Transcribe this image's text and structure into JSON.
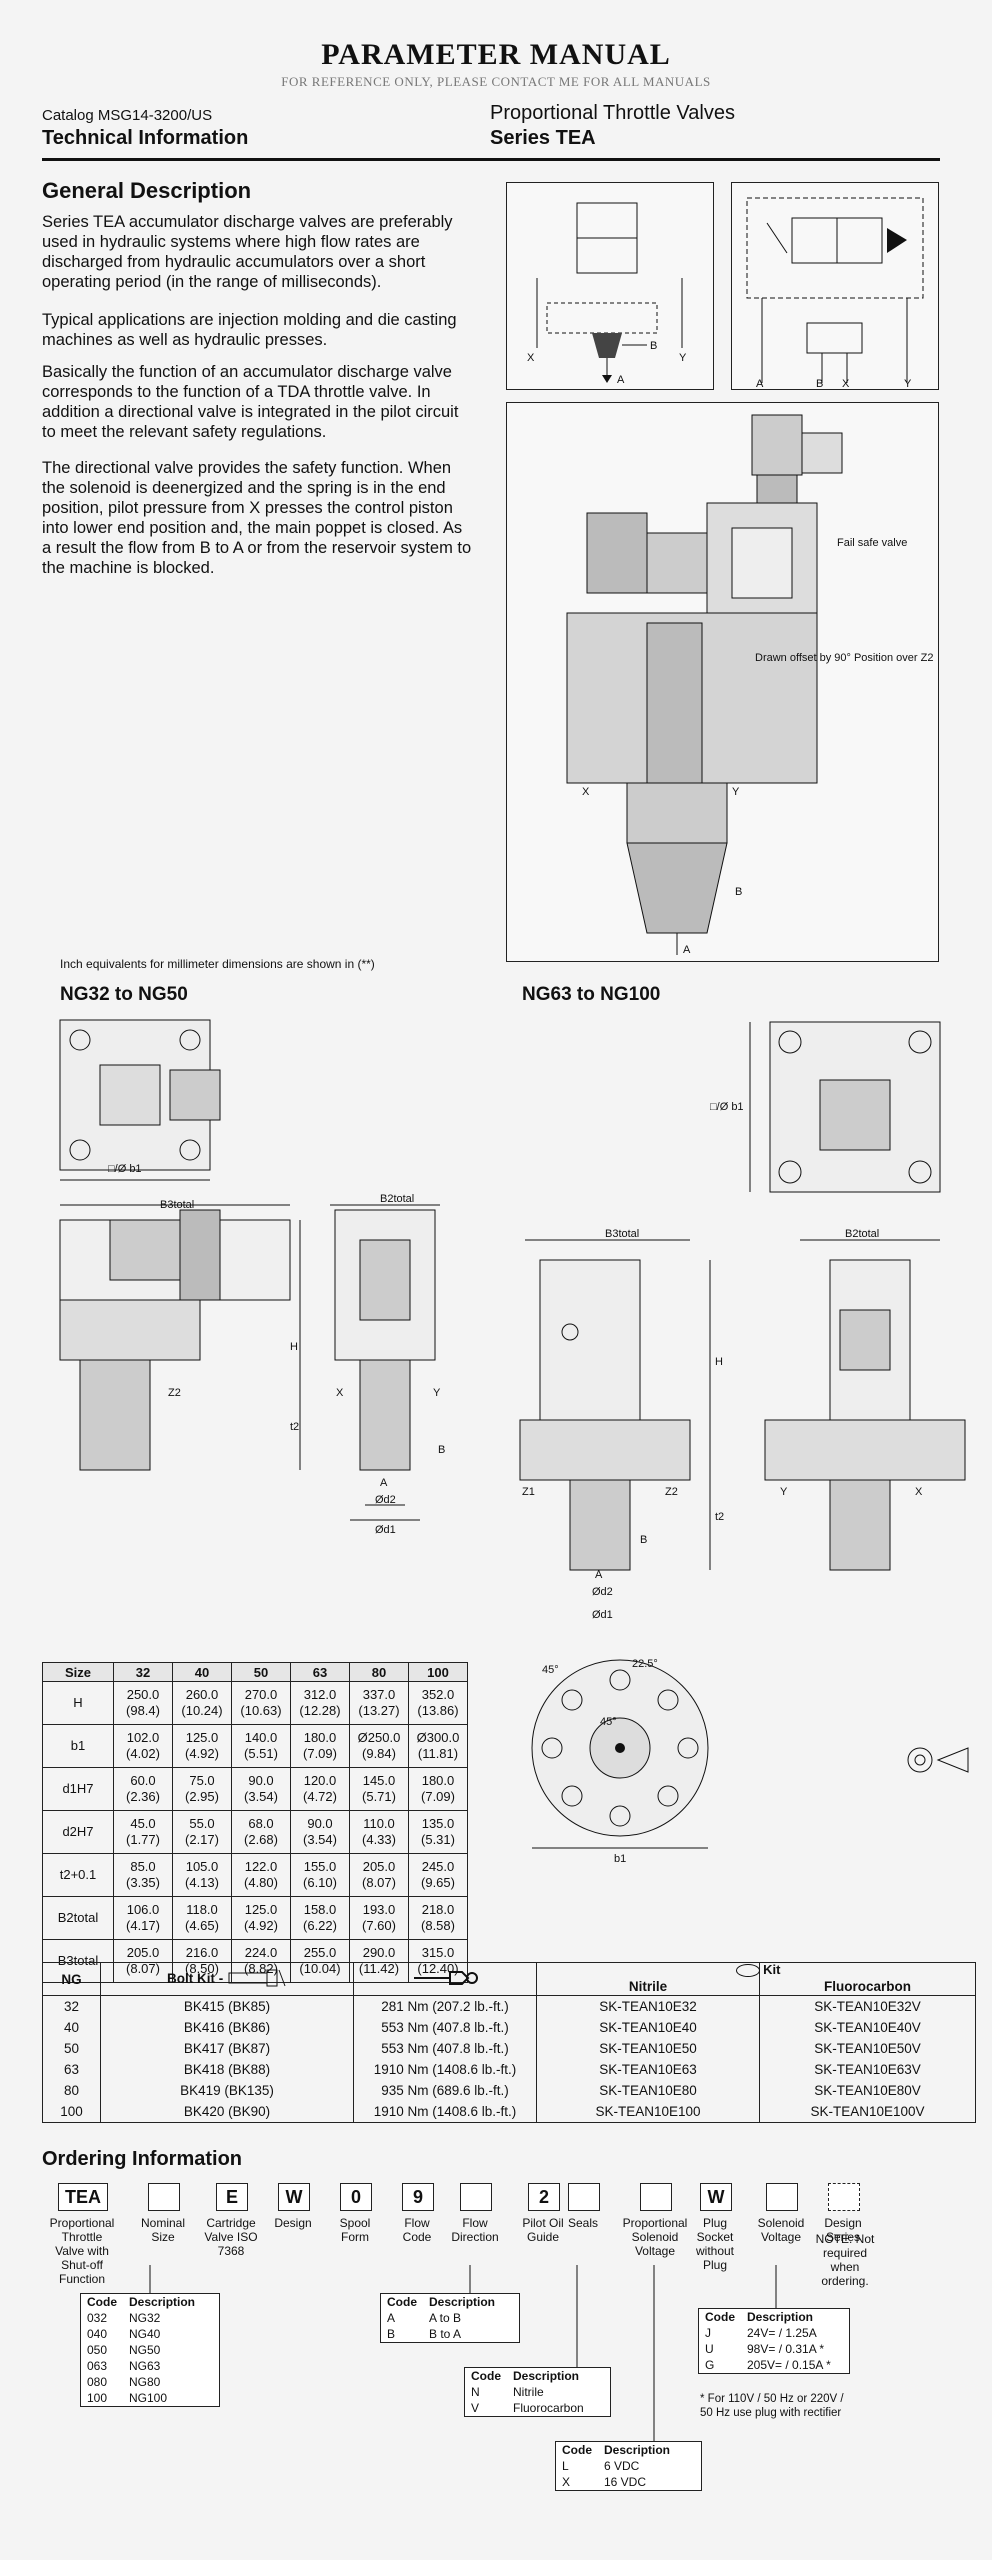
{
  "banner": {
    "title": "PARAMETER MANUAL",
    "subtitle": "FOR REFERENCE ONLY, PLEASE CONTACT ME FOR ALL MANUALS"
  },
  "header": {
    "catalog": "Catalog MSG14-3200/US",
    "doc_type": "Technical Information",
    "product": "Proportional Throttle Valves",
    "series": "Series TEA"
  },
  "general": {
    "heading": "General Description",
    "paragraphs": [
      "Series TEA accumulator discharge valves are preferably used in hydraulic systems where high flow rates are discharged from hydraulic accumulators over a short operating period (in the range of milliseconds).",
      "Typical applications are injection molding and die casting machines as well as hydraulic presses.",
      "Basically the function of an accumulator discharge valve corresponds to the function of a TDA throttle valve. In addition a directional valve is integrated in the pilot circuit to meet the relevant safety regulations.",
      "The directional valve provides the safety function. When the solenoid is deenergized and the spring is in the end position, pilot pressure from X presses the control piston into lower end position and, the main poppet is closed. As a result the flow from B to A or from the reservoir system to the machine is blocked."
    ]
  },
  "figure_labels": {
    "x": "X",
    "y": "Y",
    "a": "A",
    "b": "B",
    "fail_safe": "Fail safe valve",
    "drawn_offset": "Drawn offset by 90° Position over Z2"
  },
  "inch_note": "Inch equivalents for millimeter dimensions are shown in (**)",
  "ng_small": "NG32 to NG50",
  "ng_large": "NG63 to NG100",
  "dims": {
    "b1": "□/Ø b1",
    "b3": "B3total",
    "b2": "B2total",
    "h": "H",
    "t2": "t2",
    "z1": "Z1",
    "z2": "Z2",
    "d1": "Ød1",
    "d2": "Ød2",
    "a": "A",
    "b": "B",
    "x": "X",
    "y": "Y",
    "b1plain": "b1",
    "ang1": "45°",
    "ang2": "22.5°"
  },
  "dim_table": {
    "headers": [
      "Size",
      "32",
      "40",
      "50",
      "63",
      "80",
      "100"
    ],
    "rows": [
      {
        "label": "H",
        "values": [
          [
            "250.0",
            "(98.4)"
          ],
          [
            "260.0",
            "(10.24)"
          ],
          [
            "270.0",
            "(10.63)"
          ],
          [
            "312.0",
            "(12.28)"
          ],
          [
            "337.0",
            "(13.27)"
          ],
          [
            "352.0",
            "(13.86)"
          ]
        ]
      },
      {
        "label": "b1",
        "values": [
          [
            "102.0",
            "(4.02)"
          ],
          [
            "125.0",
            "(4.92)"
          ],
          [
            "140.0",
            "(5.51)"
          ],
          [
            "180.0",
            "(7.09)"
          ],
          [
            "Ø250.0",
            "(9.84)"
          ],
          [
            "Ø300.0",
            "(11.81)"
          ]
        ]
      },
      {
        "label": "d1H7",
        "values": [
          [
            "60.0",
            "(2.36)"
          ],
          [
            "75.0",
            "(2.95)"
          ],
          [
            "90.0",
            "(3.54)"
          ],
          [
            "120.0",
            "(4.72)"
          ],
          [
            "145.0",
            "(5.71)"
          ],
          [
            "180.0",
            "(7.09)"
          ]
        ]
      },
      {
        "label": "d2H7",
        "values": [
          [
            "45.0",
            "(1.77)"
          ],
          [
            "55.0",
            "(2.17)"
          ],
          [
            "68.0",
            "(2.68)"
          ],
          [
            "90.0",
            "(3.54)"
          ],
          [
            "110.0",
            "(4.33)"
          ],
          [
            "135.0",
            "(5.31)"
          ]
        ]
      },
      {
        "label": "t2+0.1",
        "values": [
          [
            "85.0",
            "(3.35)"
          ],
          [
            "105.0",
            "(4.13)"
          ],
          [
            "122.0",
            "(4.80)"
          ],
          [
            "155.0",
            "(6.10)"
          ],
          [
            "205.0",
            "(8.07)"
          ],
          [
            "245.0",
            "(9.65)"
          ]
        ]
      },
      {
        "label": "B2total",
        "values": [
          [
            "106.0",
            "(4.17)"
          ],
          [
            "118.0",
            "(4.65)"
          ],
          [
            "125.0",
            "(4.92)"
          ],
          [
            "158.0",
            "(6.22)"
          ],
          [
            "193.0",
            "(7.60)"
          ],
          [
            "218.0",
            "(8.58)"
          ]
        ]
      },
      {
        "label": "B3total",
        "values": [
          [
            "205.0",
            "(8.07)"
          ],
          [
            "216.0",
            "(8.50)"
          ],
          [
            "224.0",
            "(8.82)"
          ],
          [
            "255.0",
            "(10.04)"
          ],
          [
            "290.0",
            "(11.42)"
          ],
          [
            "315.0",
            "(12.40)"
          ]
        ]
      }
    ]
  },
  "kit_table": {
    "headers": [
      "NG",
      "Bolt Kit -",
      "",
      "Nitrile",
      "Fluorocarbon"
    ],
    "kit_label": "Kit",
    "rows": [
      [
        "32",
        "BK415 (BK85)",
        "281 Nm (207.2 lb.-ft.)",
        "SK-TEAN10E32",
        "SK-TEAN10E32V"
      ],
      [
        "40",
        "BK416 (BK86)",
        "553 Nm (407.8 lb.-ft.)",
        "SK-TEAN10E40",
        "SK-TEAN10E40V"
      ],
      [
        "50",
        "BK417 (BK87)",
        "553 Nm (407.8 lb.-ft.)",
        "SK-TEAN10E50",
        "SK-TEAN10E50V"
      ],
      [
        "63",
        "BK418 (BK88)",
        "1910 Nm (1408.6 lb.-ft.)",
        "SK-TEAN10E63",
        "SK-TEAN10E63V"
      ],
      [
        "80",
        "BK419 (BK135)",
        "935 Nm (689.6 lb.-ft.)",
        "SK-TEAN10E80",
        "SK-TEAN10E80V"
      ],
      [
        "100",
        "BK420 (BK90)",
        "1910 Nm (1408.6 lb.-ft.)",
        "SK-TEAN10E100",
        "SK-TEAN10E100V"
      ]
    ]
  },
  "ordering": {
    "heading": "Ordering Information",
    "boxes": [
      "TEA",
      "",
      "E",
      "W",
      "0",
      "9",
      "",
      "2",
      "",
      "",
      "W",
      "",
      ""
    ],
    "labels": [
      "Proportional Throttle Valve with Shut-off Function",
      "Nominal Size",
      "Cartridge Valve ISO 7368",
      "Design",
      "Spool Form",
      "Flow Code",
      "Flow Direction",
      "Pilot Oil Guide",
      "Seals",
      "Proportional Solenoid Voltage",
      "Plug Socket without Plug",
      "Solenoid Voltage",
      "Design Series"
    ],
    "design_note": "NOTE: Not required when ordering.",
    "code_hdr": "Code",
    "desc_hdr": "Description",
    "size_codes": [
      [
        "032",
        "NG32"
      ],
      [
        "040",
        "NG40"
      ],
      [
        "050",
        "NG50"
      ],
      [
        "063",
        "NG63"
      ],
      [
        "080",
        "NG80"
      ],
      [
        "100",
        "NG100"
      ]
    ],
    "flow_codes": [
      [
        "A",
        "A to B"
      ],
      [
        "B",
        "B to A"
      ]
    ],
    "seal_codes": [
      [
        "N",
        "Nitrile"
      ],
      [
        "V",
        "Fluorocarbon"
      ]
    ],
    "prop_codes": [
      [
        "L",
        "6 VDC"
      ],
      [
        "X",
        "16 VDC"
      ]
    ],
    "sol_codes": [
      [
        "J",
        "24V= / 1.25A"
      ],
      [
        "U",
        "98V= / 0.31A *"
      ],
      [
        "G",
        "205V= / 0.15A *"
      ]
    ],
    "sol_note": "* For 110V / 50 Hz or 220V / 50 Hz use plug with rectifier"
  }
}
